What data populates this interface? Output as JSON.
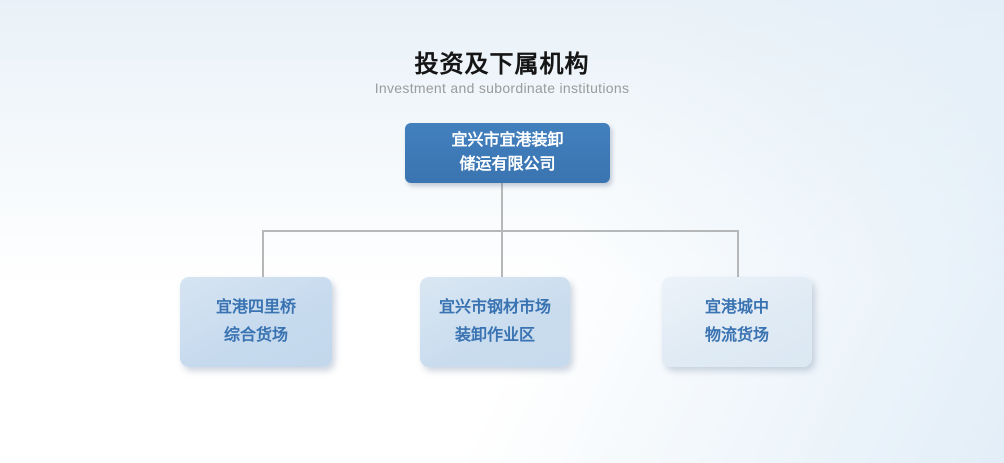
{
  "page": {
    "title": "投资及下属机构",
    "subtitle": "Investment and subordinate institutions"
  },
  "org_chart": {
    "type": "org-tree",
    "root": {
      "name_line1": "宜兴市宜港装卸",
      "name_line2": "储运有限公司",
      "full_name": "宜兴市宜港装卸储运有限公司"
    },
    "children": [
      {
        "name_line1": "宜港四里桥",
        "name_line2": "综合货场",
        "full_name": "宜港四里桥综合货场"
      },
      {
        "name_line1": "宜兴市钢材市场",
        "name_line2": "装卸作业区",
        "full_name": "宜兴市钢材市场装卸作业区"
      },
      {
        "name_line1": "宜港城中",
        "name_line2": "物流货场",
        "full_name": "宜港城中物流货场"
      }
    ],
    "colors": {
      "root_fill": "#3c78b5",
      "root_text": "#ffffff",
      "child_fill": "#c9dcee",
      "child_fill_light": "#dfeaf4",
      "child_text": "#3a73b2",
      "connector": "#b5b7b8",
      "title_text": "#151515",
      "subtitle_text": "#9b9b9b"
    }
  }
}
